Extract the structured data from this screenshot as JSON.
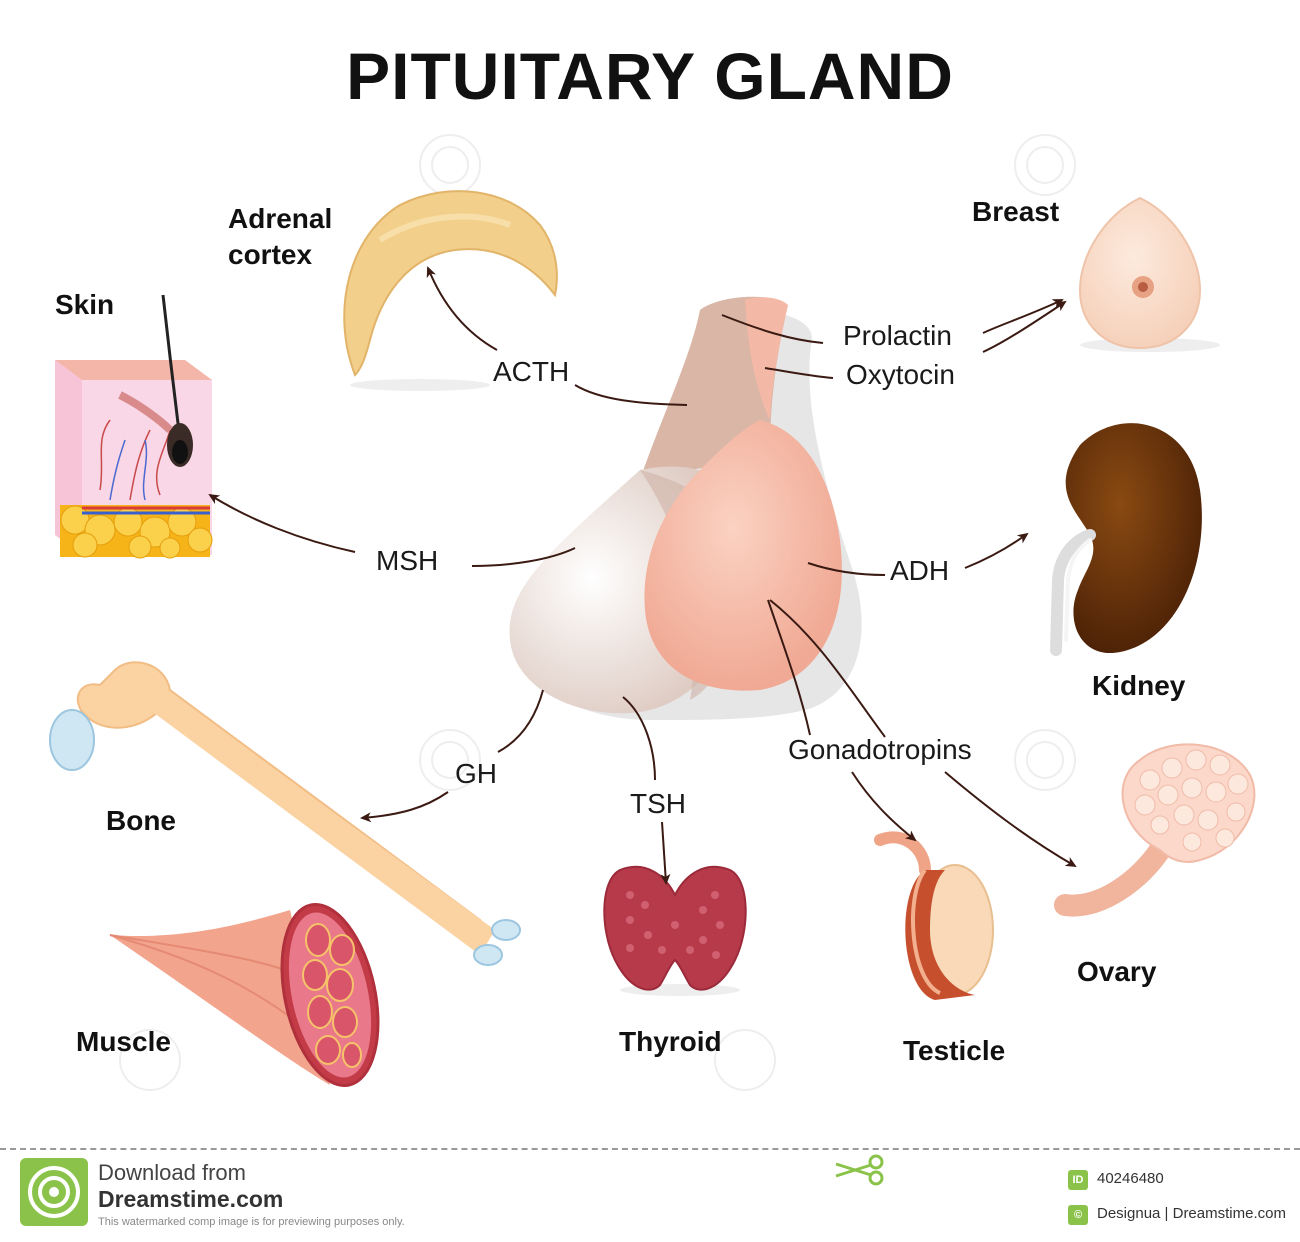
{
  "title": "PITUITARY GLAND",
  "organs": {
    "adrenal_cortex": "Adrenal cortex",
    "skin": "Skin",
    "breast": "Breast",
    "kidney": "Kidney",
    "bone": "Bone",
    "muscle": "Muscle",
    "thyroid": "Thyroid",
    "testicle": "Testicle",
    "ovary": "Ovary"
  },
  "hormones": {
    "acth": "ACTH",
    "prolactin": "Prolactin",
    "oxytocin": "Oxytocin",
    "msh": "MSH",
    "adh": "ADH",
    "gh": "GH",
    "tsh": "TSH",
    "gonadotropins": "Gonadotropins"
  },
  "footer": {
    "download_line": "Download from",
    "site_line": "Dreamstime.com",
    "disclaimer": "This watermarked comp image is for previewing purposes only.",
    "id_badge": "ID",
    "image_id": "40246480",
    "copyright_badge": "©",
    "author_line": "Designua | Dreamstime.com"
  },
  "colors": {
    "arrow": "#3a1a12",
    "accent_green": "#8bc34a"
  }
}
